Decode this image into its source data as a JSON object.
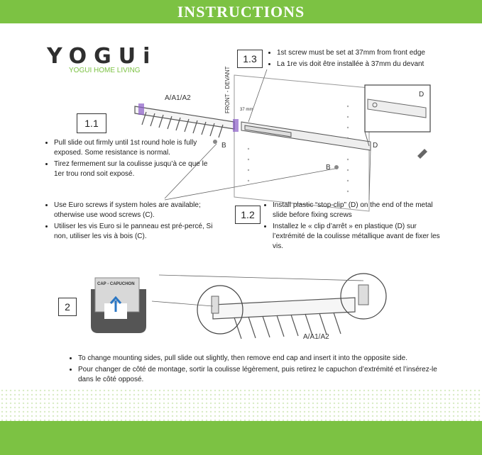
{
  "header": {
    "title": "INSTRUCTIONS"
  },
  "logo": {
    "wordmark": "YOGUi",
    "tagline": "YOGUI HOME LIVING"
  },
  "steps": [
    {
      "id": "1.1",
      "bullets": [
        "Pull slide out firmly until 1st round hole is fully exposed.  Some resistance is normal.",
        "Tirez fermement sur la coulisse jusqu’à ce que le 1er trou rond soit exposé."
      ]
    },
    {
      "id": "1.1b",
      "bullets": [
        "Use Euro screws if system holes are available; otherwise use wood screws (C).",
        "Utiliser les vis Euro si le panneau est pré-percé, Si non, utiliser les vis à bois (C)."
      ]
    },
    {
      "id": "1.2",
      "bullets": [
        "Install plastic “stop-clip” (D) on the end of the metal slide before fixing screws",
        "Installez le « clip d’arrêt » en plastique (D) sur l’extrémité de la coulisse métallique avant de fixer les vis."
      ]
    },
    {
      "id": "1.3",
      "bullets": [
        "1st screw must be set at 37mm from front edge",
        "La 1re vis doit être installée à 37mm du devant"
      ]
    },
    {
      "id": "2",
      "bullets": [
        "To change mounting sides, pull slide out slightly, then remove end cap and insert it into the opposite side.",
        "Pour changer de côté de montage, sortir la coulisse légèrement, puis retirez le capuchon d’extrémité et l’insérez-le dans le côté opposé."
      ]
    }
  ],
  "box_labels": {
    "s11": "1.1",
    "s12": "1.2",
    "s13": "1.3",
    "s2": "2"
  },
  "diagram_labels": {
    "rack_top": "A/A1/A2",
    "rack_bottom": "A/A1/A2",
    "front": "FRONT - DEVANT",
    "measure": "37 mm",
    "b1": "B",
    "b2": "B",
    "d1": "D",
    "d2": "D",
    "cap": "CAP - CAPUCHON"
  },
  "colors": {
    "brand_green": "#7cc243",
    "accent_purple": "#8a5cc7",
    "arrow_blue": "#2b77c4"
  }
}
